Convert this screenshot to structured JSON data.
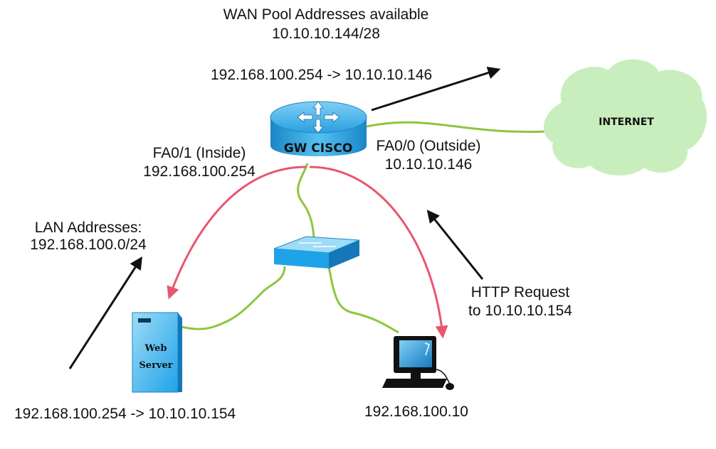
{
  "wan_pool": {
    "title": "WAN Pool Addresses available",
    "subnet": "10.10.10.144/28"
  },
  "nat_top": "192.168.100.254 -> 10.10.10.146",
  "router": {
    "label": "GW CISCO",
    "inside_iface": "FA0/1 (Inside)",
    "inside_ip": "192.168.100.254",
    "outside_iface": "FA0/0 (Outside)",
    "outside_ip": "10.10.10.146"
  },
  "internet": {
    "label": "INTERNET"
  },
  "lan": {
    "title": "LAN Addresses:",
    "subnet": "192.168.100.0/24"
  },
  "server": {
    "line1": "Web",
    "line2": "Server"
  },
  "http_request": {
    "line1": "HTTP Request",
    "line2": "to 10.10.10.154"
  },
  "nat_bottom": "192.168.100.254 -> 10.10.10.154",
  "pc_ip": "192.168.100.10",
  "colors": {
    "link_green": "#8dc63f",
    "flow_red": "#e8566e",
    "device_blue": "#1fa3e8",
    "cloud_green": "#c9eebe"
  },
  "icons": [
    "router-icon",
    "switch-icon",
    "server-icon",
    "computer-icon",
    "cloud-icon"
  ]
}
